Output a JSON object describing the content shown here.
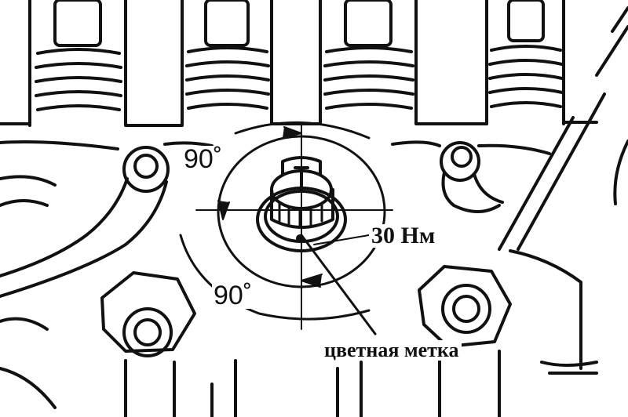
{
  "labels": {
    "angle_top": "90˚",
    "angle_bottom": "90˚",
    "torque": "30 Нм",
    "color_mark": "цветная метка"
  },
  "colors": {
    "ink": "#111111",
    "paper": "#ffffff"
  }
}
